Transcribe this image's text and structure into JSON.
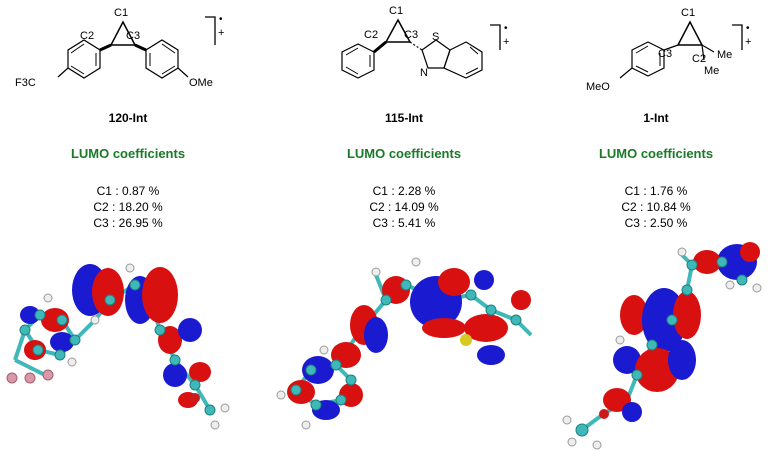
{
  "compounds": [
    {
      "name": "120-Int",
      "lumo_title": "LUMO coefficients",
      "coefficients": [
        "C1 : 0.87 %",
        "C2 : 18.20 %",
        "C3 : 26.95 %"
      ],
      "atom_labels": {
        "c1": "C1",
        "c2": "C2",
        "c3": "C3",
        "left_sub": "F3C",
        "right_sub": "OMe"
      },
      "radical_cation": {
        "dot": "•",
        "plus": "+"
      }
    },
    {
      "name": "115-Int",
      "lumo_title": "LUMO coefficients",
      "coefficients": [
        "C1 : 2.28 %",
        "C2 : 14.09 %",
        "C3 : 5.41 %"
      ],
      "atom_labels": {
        "c1": "C1",
        "c2": "C2",
        "c3": "C3",
        "s": "S",
        "n": "N"
      },
      "radical_cation": {
        "dot": "•",
        "plus": "+"
      }
    },
    {
      "name": "1-Int",
      "lumo_title": "LUMO coefficients",
      "coefficients": [
        "C1 : 1.76 %",
        "C2 : 10.84 %",
        "C3 : 2.50 %"
      ],
      "atom_labels": {
        "c1": "C1",
        "c2": "C2",
        "c3": "C3",
        "me1": "Me",
        "me2": "Me",
        "left_sub": "MeO"
      },
      "radical_cation": {
        "dot": "•",
        "plus": "+"
      }
    }
  ],
  "colors": {
    "title_green": "#1a7a28",
    "lobe_blue": "#1a1ad0",
    "lobe_red": "#d81010",
    "atom_carbon": "#3fb8b8",
    "atom_h": "#e8e8e8",
    "atom_o": "#cc1a1a",
    "atom_f": "#d898a8",
    "atom_s": "#d8c820"
  }
}
